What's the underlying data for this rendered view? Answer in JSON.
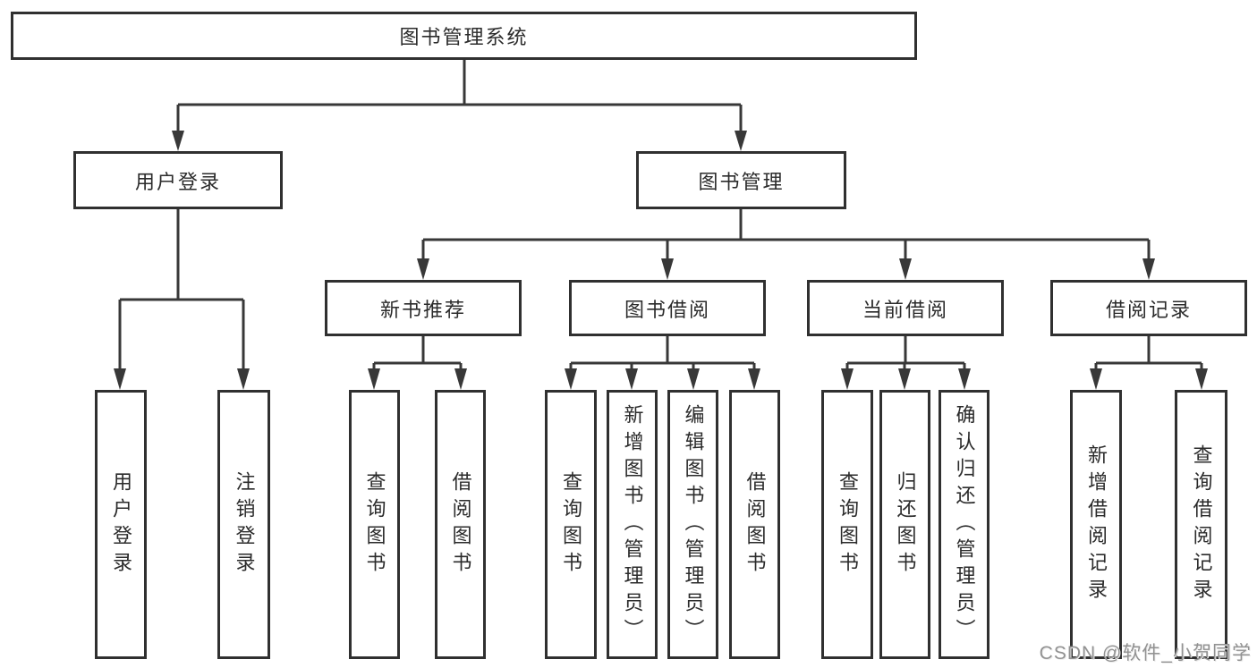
{
  "diagram": {
    "root": {
      "label": "图书管理系统"
    },
    "branches": [
      {
        "label": "用户登录",
        "children": [
          {
            "label": "用户登录"
          },
          {
            "label": "注销登录"
          }
        ]
      },
      {
        "label": "图书管理",
        "children": [
          {
            "label": "新书推荐",
            "children": [
              {
                "label": "查询图书"
              },
              {
                "label": "借阅图书"
              }
            ]
          },
          {
            "label": "图书借阅",
            "children": [
              {
                "label": "查询图书"
              },
              {
                "label": "新增图书（管理员）"
              },
              {
                "label": "编辑图书（管理员）"
              },
              {
                "label": "借阅图书"
              }
            ]
          },
          {
            "label": "当前借阅",
            "children": [
              {
                "label": "查询图书"
              },
              {
                "label": "归还图书"
              },
              {
                "label": "确认归还（管理员）"
              }
            ]
          },
          {
            "label": "借阅记录",
            "children": [
              {
                "label": "新增借阅记录"
              },
              {
                "label": "查询借阅记录"
              }
            ]
          }
        ]
      }
    ]
  },
  "watermark": {
    "text": "CSDN @软件_小贺同学"
  },
  "colors": {
    "line": "#383838",
    "node_border": "#303030",
    "node_background": "#ffffff",
    "text": "#2b2b2b",
    "watermark": "#929292",
    "page_background": "#ffffff"
  }
}
